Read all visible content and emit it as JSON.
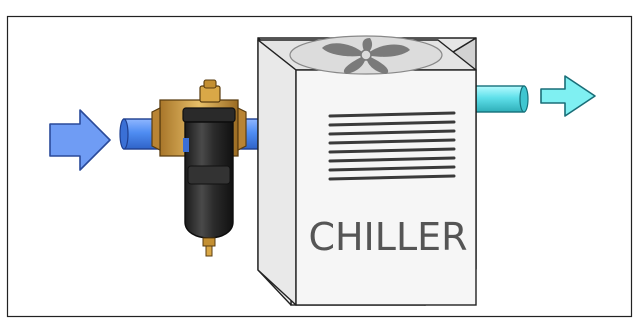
{
  "diagram": {
    "chiller_label": "CHILLER",
    "components": [
      {
        "name": "inlet-flow-arrow",
        "color": "#6f9cf4"
      },
      {
        "name": "inlet-pipe",
        "color": "#4f8df2"
      },
      {
        "name": "dirt-separator-filter",
        "body_color": "#2e2e2e",
        "fitting_color": "#c89a3a"
      },
      {
        "name": "chiller-unit",
        "color": "#f4f4f4"
      },
      {
        "name": "outlet-pipe",
        "color": "#5fe0ea"
      },
      {
        "name": "outlet-flow-arrow",
        "color": "#7ff0f2"
      }
    ]
  }
}
